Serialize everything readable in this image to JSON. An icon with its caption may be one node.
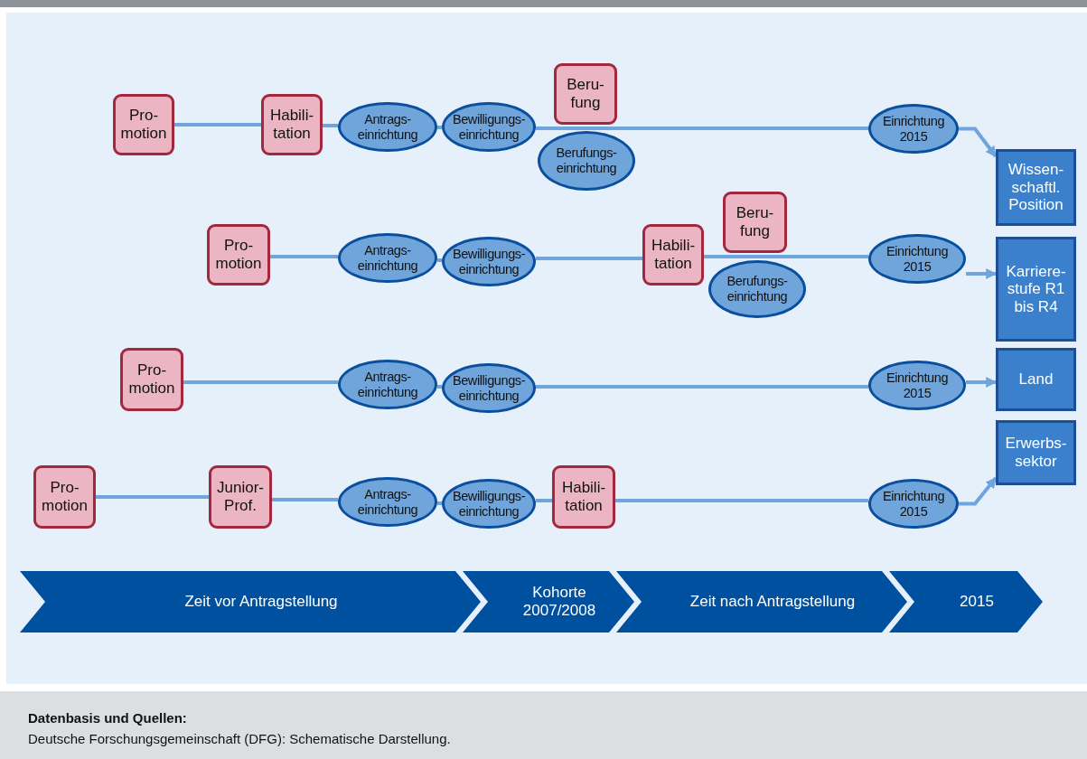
{
  "diagram": {
    "nodes": [
      {
        "text": [
          "Pro- motion"
        ]
      },
      {
        "text": [
          "Habili- tation"
        ]
      },
      {
        "text": [
          "Antrags- einrichtung"
        ]
      },
      {
        "text": [
          "Bewilligungs- einrichtung"
        ]
      },
      {
        "text": [
          "Beru- fung"
        ]
      },
      {
        "text": [
          "Berufungs- einrichtung"
        ]
      },
      {
        "text": [
          "Einrichtung 2015"
        ]
      },
      {
        "text": [
          "Wissen- schaftl. Position"
        ]
      },
      {
        "text": [
          "Pro- motion"
        ]
      },
      {
        "text": [
          "Antrags- einrichtung"
        ]
      },
      {
        "text": [
          "Bewilligungs- einrichtung"
        ]
      },
      {
        "text": [
          "Habili- tation"
        ]
      },
      {
        "text": [
          "Beru- fung"
        ]
      },
      {
        "text": [
          "Berufungs- einrichtung"
        ]
      },
      {
        "text": [
          "Einrichtung 2015"
        ]
      },
      {
        "text": [
          "Karriere- stufe R1 bis R4"
        ]
      },
      {
        "text": [
          "Pro- motion"
        ]
      },
      {
        "text": [
          "Antrags- einrichtung"
        ]
      },
      {
        "text": [
          "Bewilligungs- einrichtung"
        ]
      },
      {
        "text": [
          "Einrichtung 2015"
        ]
      },
      {
        "text": [
          "Land"
        ]
      },
      {
        "text": [
          "Erwerbs- sektor"
        ]
      },
      {
        "text": [
          "Pro- motion"
        ]
      },
      {
        "text": [
          "Junior- Prof."
        ]
      },
      {
        "text": [
          "Antrags- einrichtung"
        ]
      },
      {
        "text": [
          "Bewilligungs- einrichtung"
        ]
      },
      {
        "text": [
          "Habili- tation"
        ]
      },
      {
        "text": [
          "Einrichtung 2015"
        ]
      },
      {
        "text": [
          "Zeit vor Antragstellung"
        ]
      },
      {
        "text": [
          "Kohorte 2007/2008"
        ]
      },
      {
        "text": [
          "Zeit nach Antragstellung"
        ]
      },
      {
        "text": [
          "2015"
        ]
      }
    ],
    "edges": [
      {
        "from": 0,
        "to": 1,
        "arrow": "none"
      },
      {
        "from": 1,
        "to": 2,
        "arrow": "none"
      },
      {
        "from": 2,
        "to": 3,
        "arrow": "none"
      },
      {
        "from": 3,
        "to": 6,
        "arrow": "none"
      },
      {
        "from": 6,
        "to": 7,
        "arrow": "to"
      },
      {
        "from": 8,
        "to": 9,
        "arrow": "none"
      },
      {
        "from": 9,
        "to": 10,
        "arrow": "none"
      },
      {
        "from": 10,
        "to": 11,
        "arrow": "none"
      },
      {
        "from": 11,
        "to": 14,
        "arrow": "none"
      },
      {
        "from": 14,
        "to": 15,
        "arrow": "to"
      },
      {
        "from": 16,
        "to": 17,
        "arrow": "none"
      },
      {
        "from": 17,
        "to": 18,
        "arrow": "none"
      },
      {
        "from": 18,
        "to": 19,
        "arrow": "none"
      },
      {
        "from": 19,
        "to": 20,
        "arrow": "to"
      },
      {
        "from": 22,
        "to": 23,
        "arrow": "none"
      },
      {
        "from": 23,
        "to": 24,
        "arrow": "none"
      },
      {
        "from": 24,
        "to": 25,
        "arrow": "none"
      },
      {
        "from": 25,
        "to": 26,
        "arrow": "none"
      },
      {
        "from": 26,
        "to": 27,
        "arrow": "none"
      },
      {
        "from": 27,
        "to": 21,
        "arrow": "to"
      }
    ],
    "labels": [
      "Datenbasis und Quellen:",
      "Deutsche Forschungsgemeinschaft (DFG): Schematische Darstellung."
    ]
  }
}
